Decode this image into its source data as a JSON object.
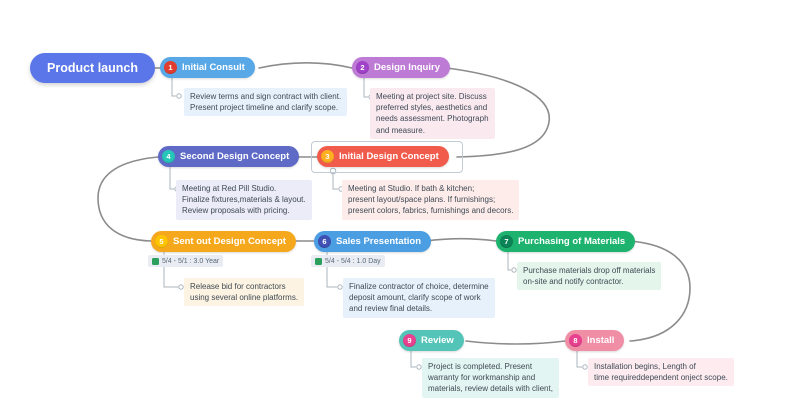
{
  "canvas": {
    "bg": "#FFFFFF",
    "connector_color": "#8C8C8C",
    "note_connector_color": "#A9B4BD"
  },
  "selection": {
    "selected_topic": "Initial Design Concept"
  },
  "root": {
    "label": "Product launch",
    "bg": "#5B76E8"
  },
  "tag_style": {
    "icon_color": "#2BA05C",
    "bg": "#E9EDF3"
  },
  "topics": [
    {
      "num": "1",
      "label": "Initial Consult",
      "bg": "#58A7E6",
      "badge_bg": "#E23E30",
      "note": {
        "text": "Review terms and sign contract with client.\nPresent project timeline and clarify scope.",
        "bg": "#E7F1FB"
      }
    },
    {
      "num": "2",
      "label": "Design Inquiry",
      "bg": "#BD7BD6",
      "badge_bg": "#A143C9",
      "note": {
        "text": "Meeting at project site. Discuss\npreferred styles, aesthetics and\nneeds assessment. Photograph\nand measure.",
        "bg": "#FBE9F0"
      }
    },
    {
      "num": "4",
      "label": "Second Design Concept",
      "bg": "#5E6AC6",
      "badge_bg": "#26C6B9",
      "note": {
        "text": "Meeting at Red Pill Studio.\nFinalize fixtures,materials & layout.\nReview proposals with pricing.",
        "bg": "#ECEBF8"
      }
    },
    {
      "num": "3",
      "label": "Initial Design Concept",
      "bg": "#F15B4B",
      "badge_bg": "#FFB020",
      "note": {
        "text": "Meeting at Studio. If bath & kitchen;\npresent layout/space plans. If furnishings;\npresent colors, fabrics, furnishings and decors.",
        "bg": "#FDECEA"
      }
    },
    {
      "num": "5",
      "label": "Sent out Design Concept",
      "bg": "#F6A81C",
      "badge_bg": "#FFC400",
      "tag": {
        "text": "5/4 - 5/1 : 3.0 Year"
      },
      "note": {
        "text": "Release bid for contractors\nusing several online platforms.",
        "bg": "#FDF3E2"
      }
    },
    {
      "num": "6",
      "label": "Sales Presentation",
      "bg": "#4C9EE2",
      "badge_bg": "#3F51B5",
      "tag": {
        "text": "5/4 - 5/4 : 1.0 Day"
      },
      "note": {
        "text": "Finalize contractor of choice, determine\ndeposit amount, clarify scope of work\nand review final details.",
        "bg": "#E7F1FB"
      }
    },
    {
      "num": "7",
      "label": "Purchasing of Materials",
      "bg": "#1DB26E",
      "badge_bg": "#0B8457",
      "note": {
        "text": "Purchase materials drop off materials\non-site and notify contractor.",
        "bg": "#E4F6EC"
      }
    },
    {
      "num": "8",
      "label": "Install",
      "bg": "#F08EA6",
      "badge_bg": "#E7418F",
      "note": {
        "text": "Installation begins, Length of\ntime requireddependent onject scope.",
        "bg": "#FDEBF0"
      }
    },
    {
      "num": "9",
      "label": "Review",
      "bg": "#53C4B7",
      "badge_bg": "#E7418F",
      "note": {
        "text": "Project is completed. Present\nwarranty for workmanship and\nmaterials, review details with client,",
        "bg": "#E3F5F2"
      }
    }
  ]
}
